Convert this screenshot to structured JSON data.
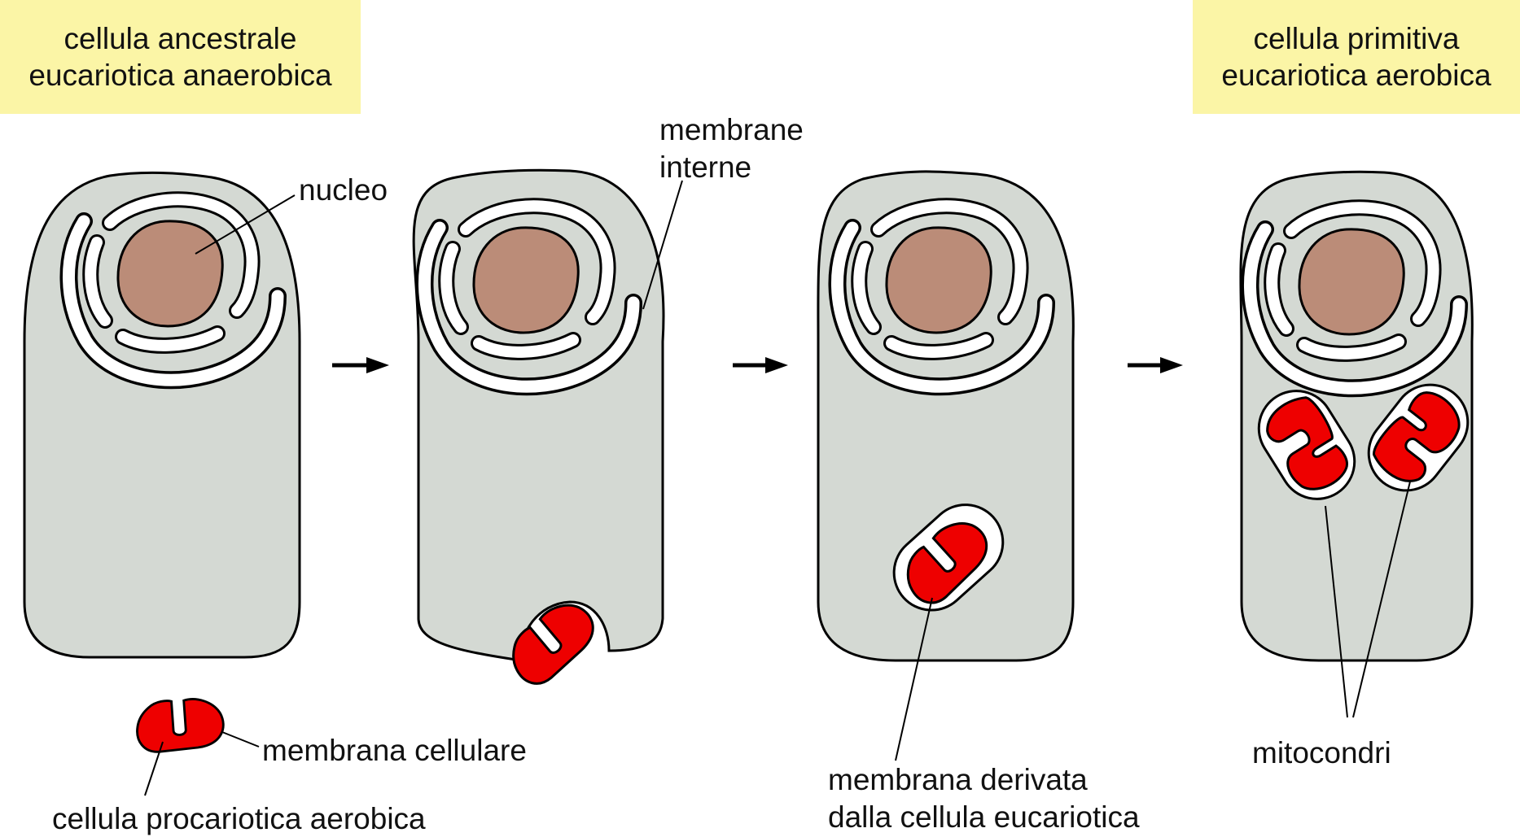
{
  "title_left": {
    "line1": "cellula ancestrale",
    "line2": "eucariotica anaerobica"
  },
  "title_right": {
    "line1": "cellula primitiva",
    "line2": "eucariotica aerobica"
  },
  "labels": {
    "nucleo": "nucleo",
    "membrane_interne_1": "membrane",
    "membrane_interne_2": "interne",
    "membrana_cellulare": "membrana cellulare",
    "cellula_procariotica": "cellula procariotica aerobica",
    "membrana_derivata_1": "membrana derivata",
    "membrana_derivata_2": "dalla cellula eucariotica",
    "mitocondri": "mitocondri"
  },
  "stages": [
    {
      "name": "ancestral-anaerobic-cell"
    },
    {
      "name": "engulfing-stage"
    },
    {
      "name": "internalized-stage"
    },
    {
      "name": "primitive-aerobic-cell"
    }
  ],
  "colors": {
    "cytoplasm": "#d4d9d3",
    "nucleus": "#bb8c78",
    "bacterium": "#ee0000",
    "membrane": "#ffffff",
    "outline": "#000000",
    "title_box": "#fbf5a6"
  }
}
